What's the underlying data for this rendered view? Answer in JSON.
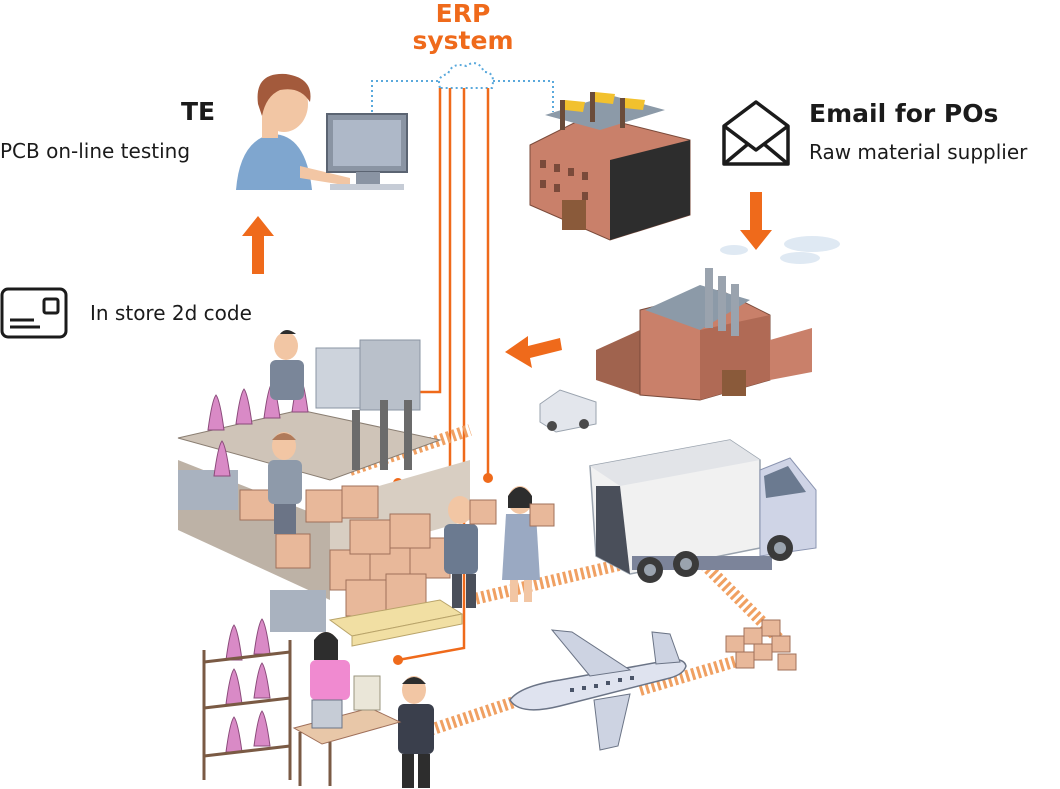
{
  "erp": {
    "title_line1": "ERP",
    "title_line2": "system"
  },
  "te": {
    "title": "TE",
    "subtitle": "PCB on-line testing"
  },
  "email": {
    "title": "Email for POs",
    "subtitle": "Raw material supplier"
  },
  "in_store": {
    "label": "In store 2d code"
  },
  "colors": {
    "accent": "#ef6a1b",
    "network_dotted": "#5aa9dc",
    "brick": "#c9806a",
    "truck": "#dfe3ef",
    "box": "#e8b89a",
    "product": "#d98ac6"
  },
  "icons": [
    "envelope-icon",
    "id-card-icon",
    "cloud-icon",
    "arrow-up-icon",
    "arrow-down-icon",
    "arrow-left-icon"
  ]
}
